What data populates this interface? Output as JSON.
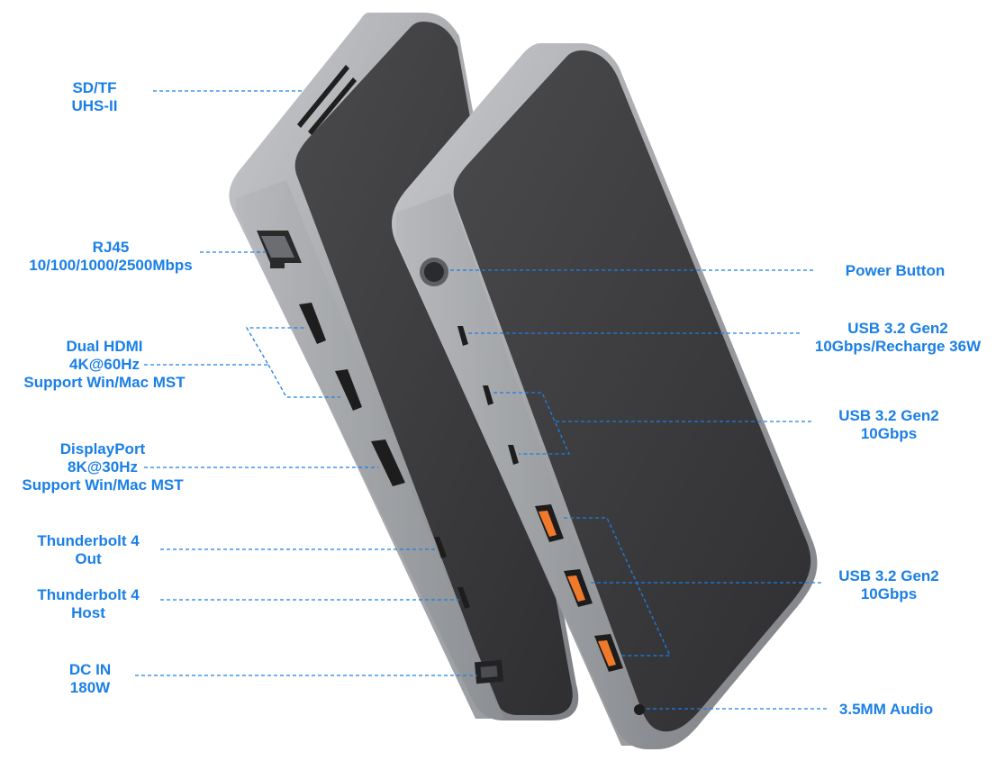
{
  "colors": {
    "accent": "#1a7fe6",
    "body_dark": "#3c3c3e",
    "frame_aluminum": "#a9abae",
    "port_orange": "#f07a2a"
  },
  "labels_left": [
    {
      "id": "sd-tf",
      "lines": [
        "SD/TF",
        "UHS-II"
      ]
    },
    {
      "id": "rj45",
      "lines": [
        "RJ45",
        "10/100/1000/2500Mbps"
      ]
    },
    {
      "id": "dual-hdmi",
      "lines": [
        "Dual HDMI",
        "4K@60Hz",
        "Support Win/Mac MST"
      ]
    },
    {
      "id": "displayport",
      "lines": [
        "DisplayPort",
        "8K@30Hz",
        "Support Win/Mac MST"
      ]
    },
    {
      "id": "tb4-out",
      "lines": [
        "Thunderbolt 4",
        "Out"
      ]
    },
    {
      "id": "tb4-host",
      "lines": [
        "Thunderbolt 4",
        "Host"
      ]
    },
    {
      "id": "dc-in",
      "lines": [
        "DC IN",
        "180W"
      ]
    }
  ],
  "labels_right": [
    {
      "id": "power",
      "lines": [
        "Power Button"
      ]
    },
    {
      "id": "usb-c-recharge",
      "lines": [
        "USB 3.2 Gen2",
        "10Gbps/Recharge 36W"
      ]
    },
    {
      "id": "usb-c-data",
      "lines": [
        "USB 3.2 Gen2",
        "10Gbps"
      ]
    },
    {
      "id": "usb-a",
      "lines": [
        "USB 3.2 Gen2",
        "10Gbps"
      ]
    },
    {
      "id": "audio",
      "lines": [
        "3.5MM Audio"
      ]
    }
  ]
}
